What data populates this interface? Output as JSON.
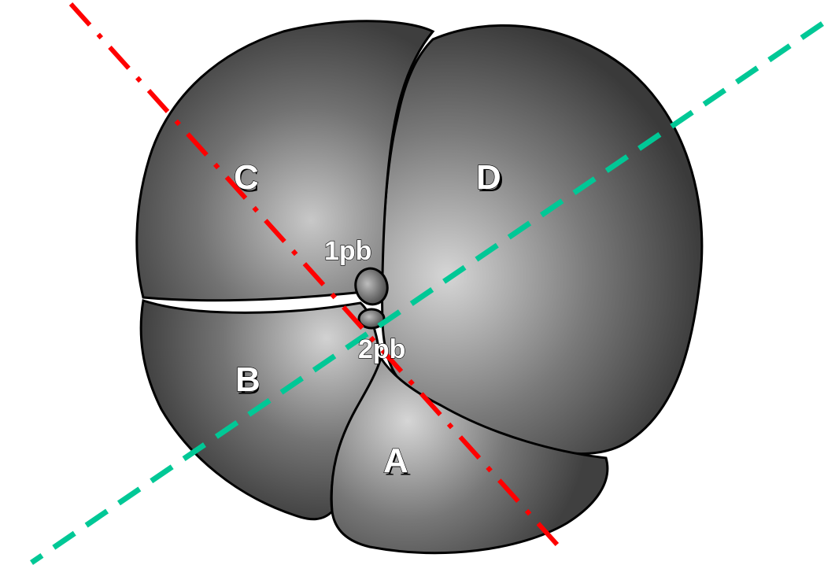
{
  "cells": {
    "a": "A",
    "b": "B",
    "c": "C",
    "d": "D"
  },
  "polar_bodies": {
    "first": "1pb",
    "second": "2pb"
  },
  "colors": {
    "cell_fill_light": "#d9d9d9",
    "cell_fill_dark": "#3a3a3a",
    "outline": "#000000",
    "axis_red": "#ff0000",
    "axis_green": "#00c896",
    "background": "#ffffff"
  }
}
